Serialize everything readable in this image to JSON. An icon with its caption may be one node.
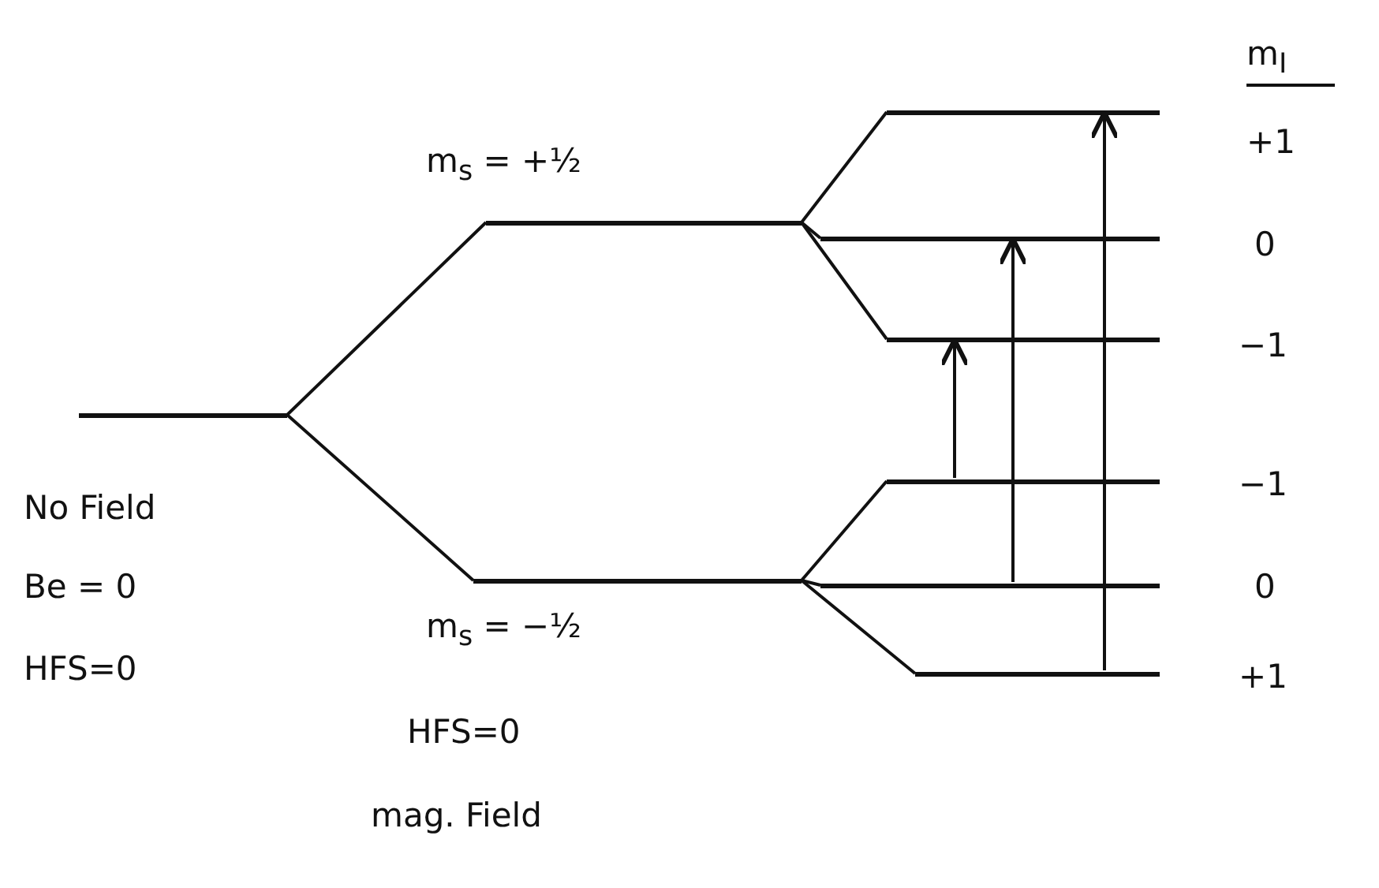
{
  "diagram": {
    "nodes": [
      {
        "text": [],
        "shape": "bar",
        "beside": [
          "No Field",
          "Be = 0",
          "HFS=0"
        ]
      },
      {
        "text": [],
        "shape": "bar",
        "beside": [
          "m$_{s}$ = +½"
        ]
      },
      {
        "text": [],
        "shape": "bar",
        "beside": [
          "m$_{s}$ = −½"
        ]
      },
      {
        "text": [],
        "shape": "bar",
        "beside": [
          "+1"
        ]
      },
      {
        "text": [],
        "shape": "bar",
        "beside": [
          "0"
        ]
      },
      {
        "text": [],
        "shape": "bar",
        "beside": [
          "−1"
        ]
      },
      {
        "text": [],
        "shape": "bar",
        "beside": [
          "−1"
        ]
      },
      {
        "text": [],
        "shape": "bar",
        "beside": [
          "0"
        ]
      },
      {
        "text": [],
        "shape": "bar",
        "beside": [
          "+1"
        ]
      }
    ],
    "edges": [
      {
        "from": 0,
        "to": 1,
        "arrow": "none"
      },
      {
        "from": 0,
        "to": 2,
        "arrow": "none"
      },
      {
        "from": 1,
        "to": 3,
        "arrow": "none"
      },
      {
        "from": 1,
        "to": 4,
        "arrow": "none"
      },
      {
        "from": 1,
        "to": 5,
        "arrow": "none"
      },
      {
        "from": 2,
        "to": 6,
        "arrow": "none"
      },
      {
        "from": 2,
        "to": 7,
        "arrow": "none"
      },
      {
        "from": 2,
        "to": 8,
        "arrow": "none"
      },
      {
        "from": 6,
        "to": 5,
        "arrow": "to"
      },
      {
        "from": 7,
        "to": 4,
        "arrow": "to"
      },
      {
        "from": 8,
        "to": 3,
        "arrow": "to"
      }
    ],
    "labels": [
      "m$_{I}$",
      "HFS=0",
      "mag. Field"
    ]
  }
}
